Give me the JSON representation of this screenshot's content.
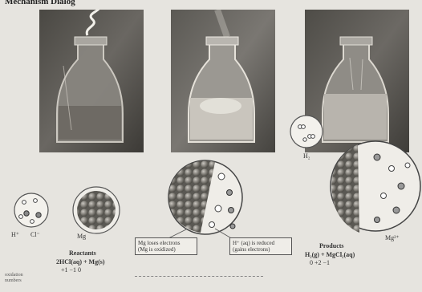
{
  "top_text": "Mechanism Dialog",
  "photos": [
    {
      "name": "flask-photo-reactants"
    },
    {
      "name": "flask-photo-reaction"
    },
    {
      "name": "flask-photo-products"
    }
  ],
  "labels": {
    "h_plus": "H⁺",
    "cl_minus": "Cl⁻",
    "mg": "Mg",
    "h2": "H₂",
    "mg_right": "Mg²⁺"
  },
  "callouts": {
    "left": [
      "Mg loses electrons",
      "(Mg is oxidized)"
    ],
    "right": [
      "H⁺ (aq) is reduced",
      "(gains electrons)"
    ]
  },
  "reactants": {
    "title": "Reactants",
    "equation": "2HCl(aq) + Mg(s)",
    "ox_label": "oxidation",
    "ox_values": "+1 −1     0"
  },
  "products": {
    "title": "Products",
    "equation": "H₂(g) + MgCl₂(aq)",
    "ox_values": "0      +2 −1"
  },
  "footnote": [
    "oxidation",
    "numbers"
  ]
}
